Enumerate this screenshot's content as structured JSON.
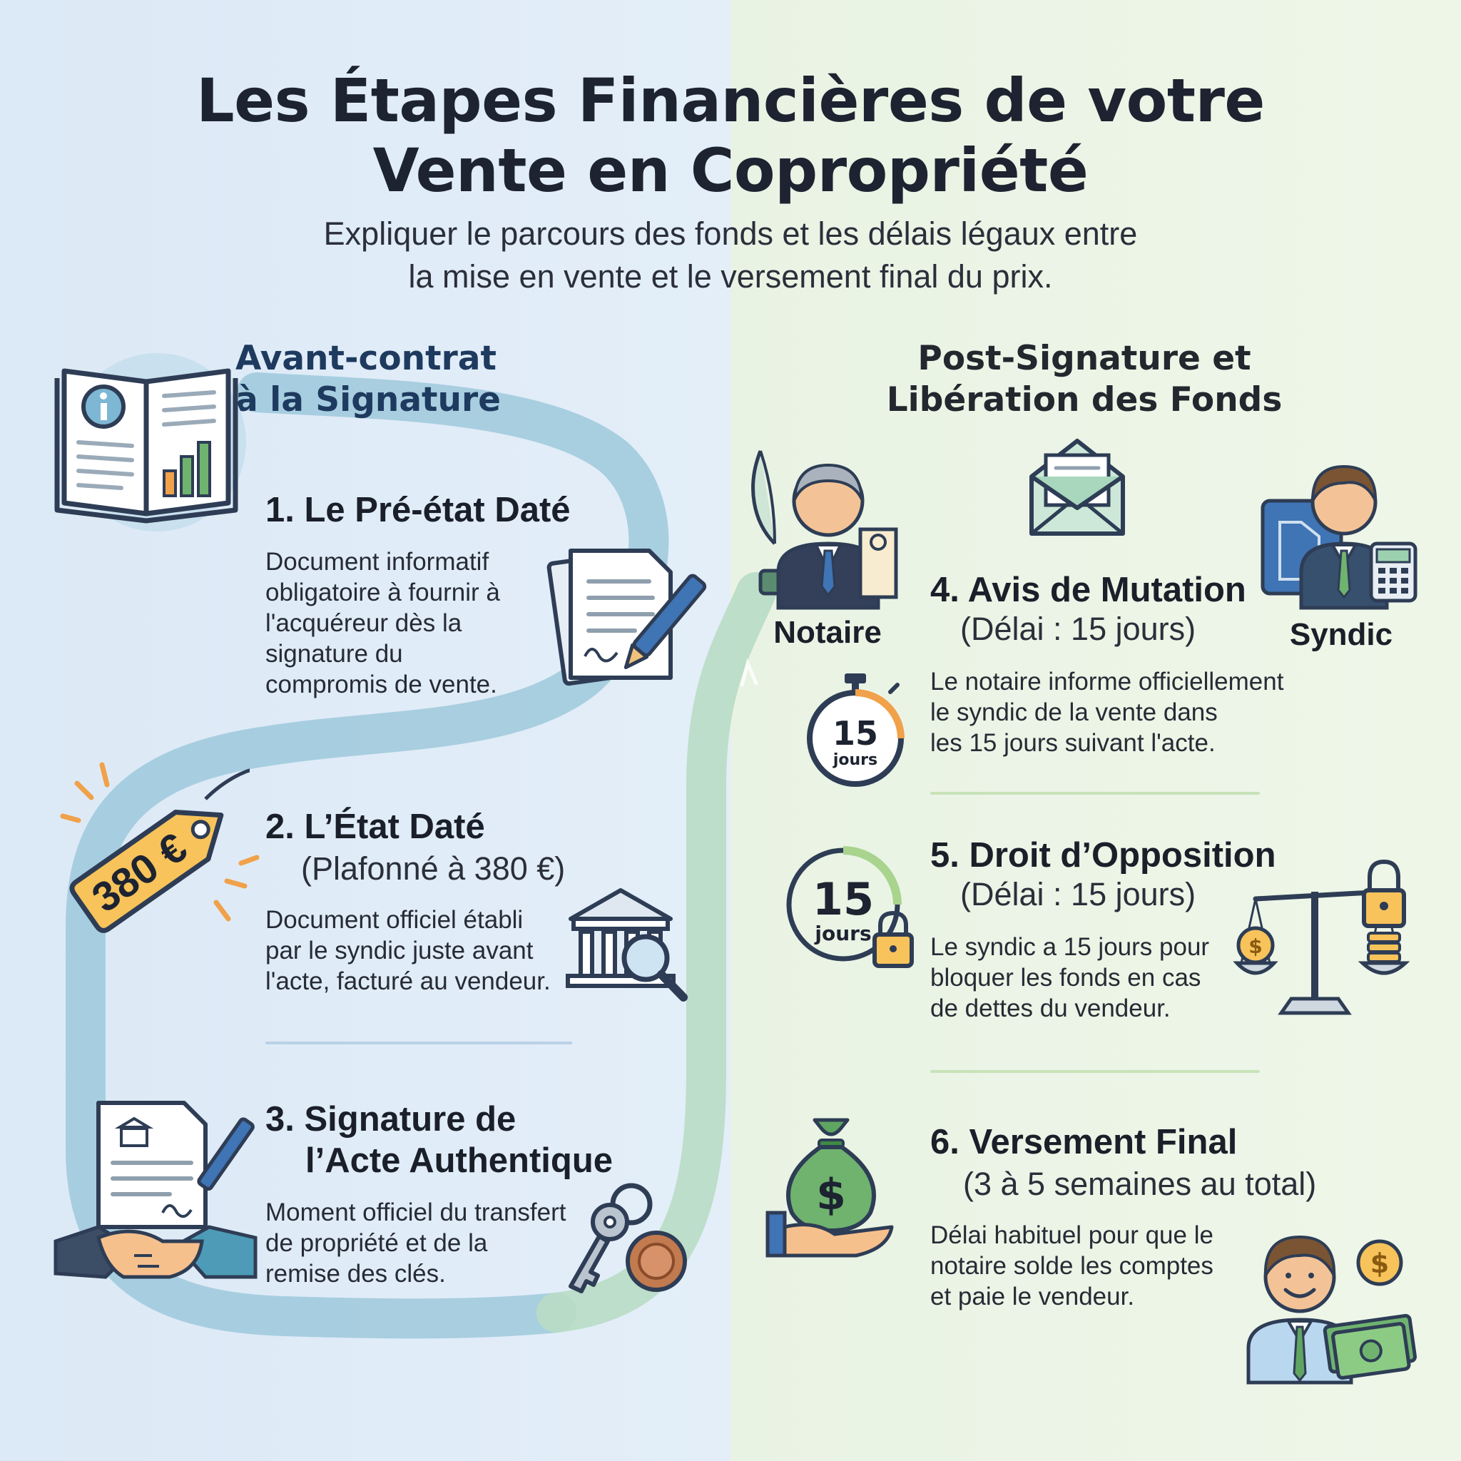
{
  "title": {
    "line1": "Les Étapes Financières de votre",
    "line2": "Vente en Copropriété"
  },
  "subtitle": {
    "line1": "Expliquer le parcours des fonds et les délais légaux entre",
    "line2": "la mise en vente et le versement final du prix."
  },
  "sections": {
    "left": {
      "line1": "Avant-contrat",
      "line2": "à la Signature"
    },
    "right": {
      "line1": "Post-Signature et",
      "line2": "Libération des Fonds"
    }
  },
  "steps": [
    {
      "title": "1. Le Pré-état Daté",
      "subtitle": "",
      "desc": [
        "Document informatif",
        "obligatoire à fournir à",
        "l'acquéreur dès la",
        "signature du",
        "compromis de vente."
      ]
    },
    {
      "title": "2. L’État Daté",
      "subtitle": "(Plafonné à 380 €)",
      "desc": [
        "Document officiel établi",
        "par le syndic juste avant",
        "l'acte, facturé au vendeur."
      ]
    },
    {
      "title_line1": "3. Signature de",
      "title_line2": "l’Acte Authentique",
      "desc": [
        "Moment officiel du transfert",
        "de propriété et de la",
        "remise des clés."
      ]
    },
    {
      "title": "4. Avis de Mutation",
      "subtitle": "(Délai : 15 jours)",
      "desc": [
        "Le notaire informe officiellement",
        "le syndic de la vente dans",
        "les 15 jours suivant l'acte."
      ]
    },
    {
      "title": "5. Droit d’Opposition",
      "subtitle": "(Délai : 15 jours)",
      "desc": [
        "Le syndic a 15 jours pour",
        "bloquer les fonds en cas",
        "de dettes du vendeur."
      ]
    },
    {
      "title": "6. Versement Final",
      "subtitle": "(3 à 5 semaines au total)",
      "desc": [
        "Délai habituel pour que le",
        "notaire solde les comptes",
        "et paie le vendeur."
      ]
    }
  ],
  "roles": {
    "notary": "Notaire",
    "syndic": "Syndic"
  },
  "badges": {
    "price_tag": "380 €",
    "timer1_num": "15",
    "timer1_unit": "jours",
    "timer2_num": "15",
    "timer2_unit": "jours"
  },
  "icons": {
    "step1": "open-booklet-info-icon",
    "step1b": "signed-document-pen-icon",
    "step2": "price-tag-icon",
    "step2b": "bank-magnifier-icon",
    "step3": "handshake-contract-icon",
    "step3b": "keys-seal-icon",
    "step4": "envelope-icon",
    "step5": "scale-lock-icon",
    "step6": "money-bag-hand-icon",
    "step6b": "happy-seller-cash-icon"
  },
  "colors": {
    "path_blue": "#9ec9dc",
    "path_green": "#b8dcc4",
    "tag_orange": "#f7c35a",
    "money_green": "#5fa561",
    "accent_blue": "#2f5f8f",
    "left_divider": "#b9d1e6",
    "right_divider": "#c7e2b8"
  }
}
